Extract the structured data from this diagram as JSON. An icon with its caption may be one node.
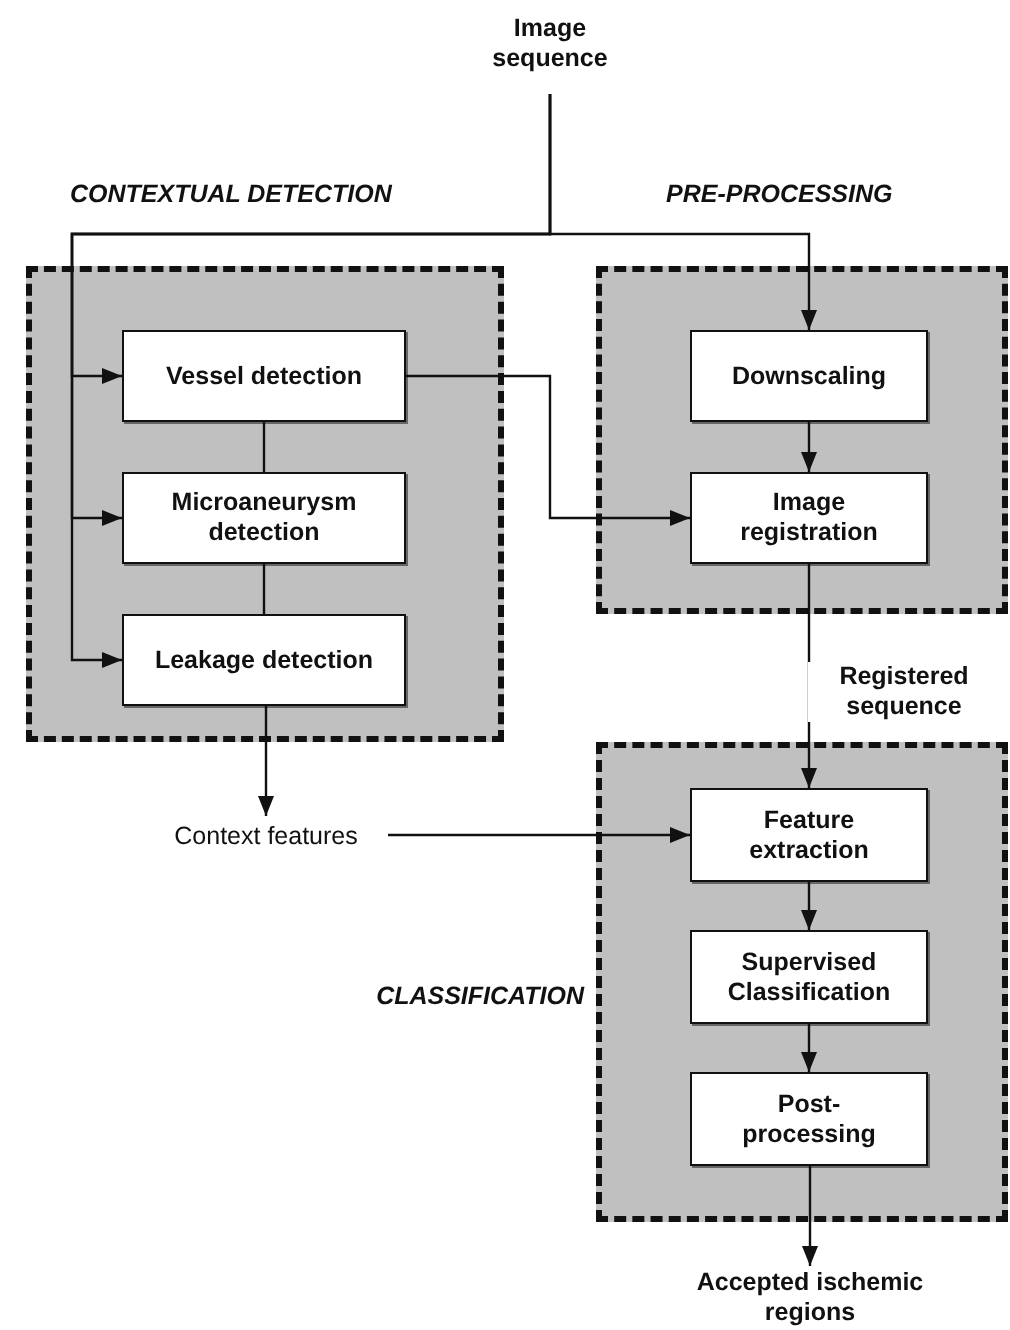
{
  "diagram": {
    "nodes": [
      {
        "text": [
          "Image sequence"
        ]
      },
      {
        "text": [
          "CONTEXTUAL DETECTION"
        ]
      },
      {
        "text": [
          "Vessel detection"
        ],
        "in": 1
      },
      {
        "text": [
          "Microaneurysm detection"
        ],
        "in": 1
      },
      {
        "text": [
          "Leakage detection"
        ],
        "in": 1
      },
      {
        "text": [
          "PRE-PROCESSING"
        ]
      },
      {
        "text": [
          "Downscaling"
        ],
        "in": 5
      },
      {
        "text": [
          "Image registration"
        ],
        "in": 5
      },
      {
        "text": [
          "Context features"
        ]
      },
      {
        "text": [
          "CLASSIFICATION"
        ]
      },
      {
        "text": [
          "Feature extraction"
        ],
        "in": 9
      },
      {
        "text": [
          "Supervised Classification"
        ],
        "in": 9
      },
      {
        "text": [
          "Post-processing"
        ],
        "in": 9
      },
      {
        "text": [
          "Accepted ischemic regions"
        ]
      }
    ],
    "edges": [
      {
        "from": 0,
        "to": 2,
        "arrow": "to"
      },
      {
        "from": 0,
        "to": 3,
        "arrow": "to"
      },
      {
        "from": 0,
        "to": 4,
        "arrow": "to"
      },
      {
        "from": 0,
        "to": 6,
        "arrow": "to"
      },
      {
        "from": 2,
        "to": 3,
        "arrow": "none"
      },
      {
        "from": 3,
        "to": 4,
        "arrow": "none"
      },
      {
        "from": 2,
        "to": 7,
        "arrow": "to"
      },
      {
        "from": 6,
        "to": 7,
        "arrow": "to"
      },
      {
        "from": 4,
        "to": 8,
        "arrow": "to"
      },
      {
        "from": 8,
        "to": 10,
        "arrow": "to"
      },
      {
        "from": 7,
        "to": 10,
        "arrow": "to",
        "label": "Registered sequence"
      },
      {
        "from": 10,
        "to": 11,
        "arrow": "to"
      },
      {
        "from": 11,
        "to": 12,
        "arrow": "to"
      },
      {
        "from": 12,
        "to": 13,
        "arrow": "to"
      }
    ]
  }
}
